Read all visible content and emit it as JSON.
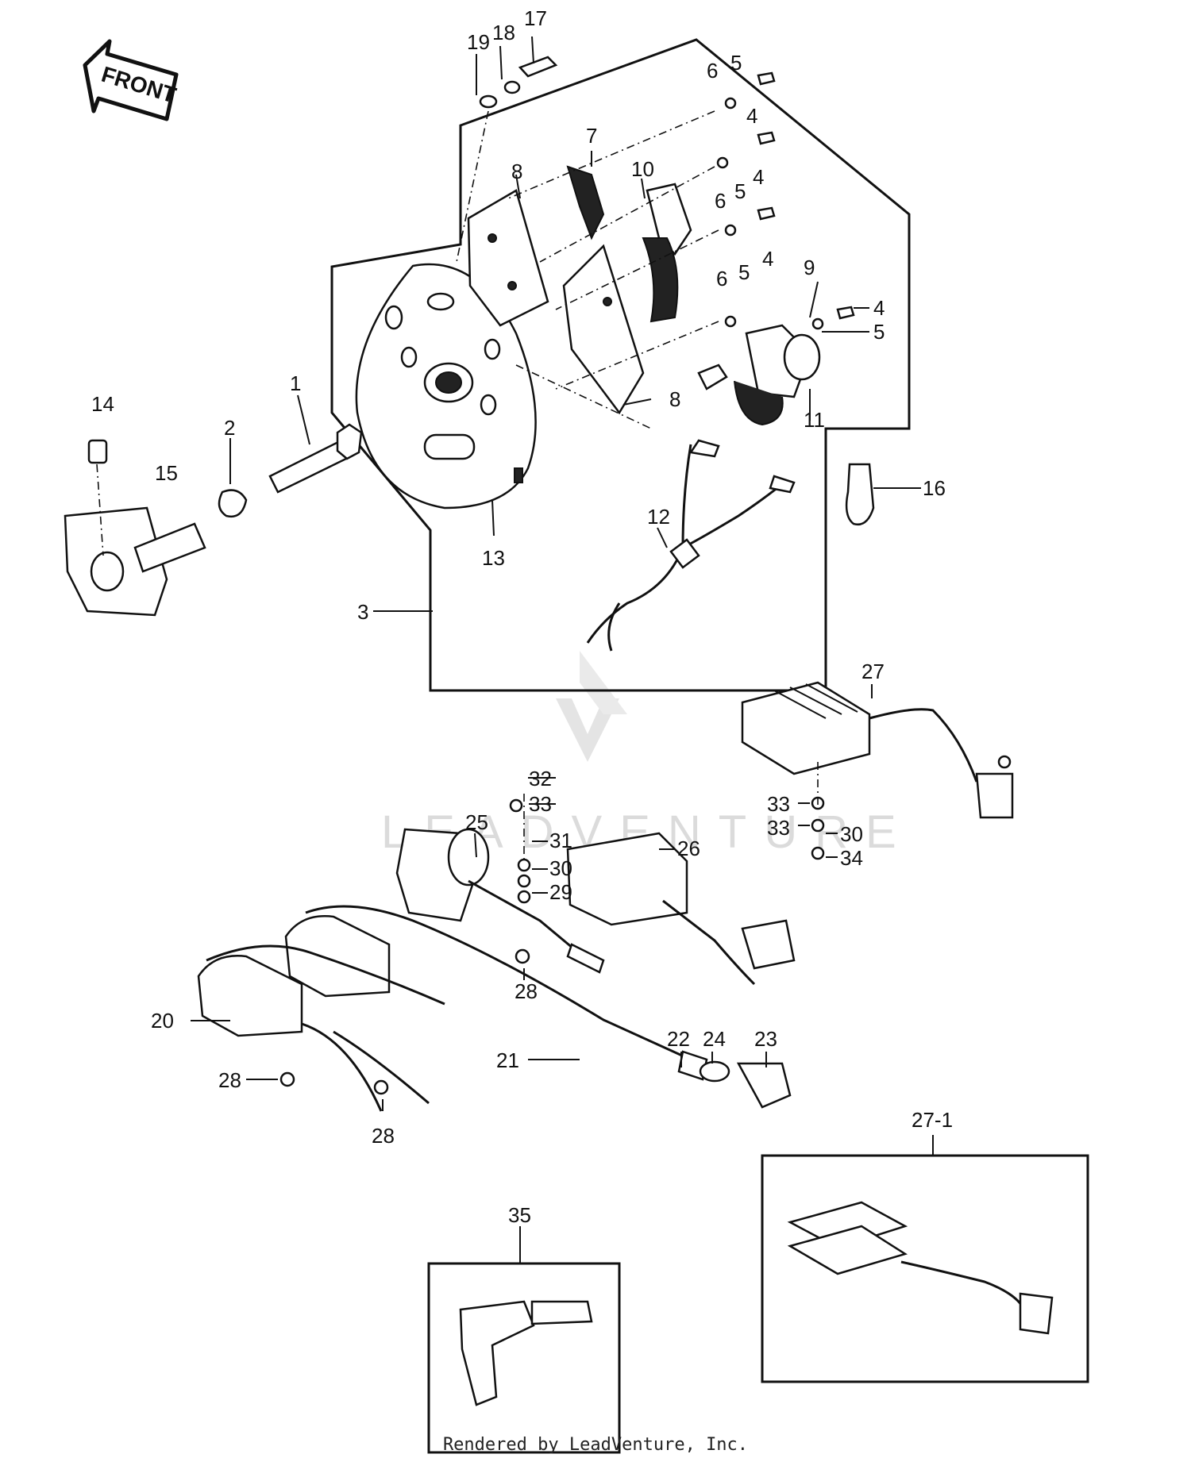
{
  "front_arrow_label": "FRONT",
  "watermark_text": "LEADVENTURE",
  "footer_text": "Rendered by LeadVenture, Inc.",
  "callouts": {
    "c1": "1",
    "c2": "2",
    "c3": "3",
    "c4a": "4",
    "c4b": "4",
    "c4c": "4",
    "c4d": "4",
    "c5a": "5",
    "c5b": "5",
    "c5c": "5",
    "c5d": "5",
    "c6a": "6",
    "c6b": "6",
    "c6c": "6",
    "c7": "7",
    "c8a": "8",
    "c8b": "8",
    "c9": "9",
    "c10": "10",
    "c11": "11",
    "c12": "12",
    "c13": "13",
    "c14": "14",
    "c15": "15",
    "c16": "16",
    "c17": "17",
    "c18": "18",
    "c19": "19",
    "c20": "20",
    "c21": "21",
    "c22": "22",
    "c23": "23",
    "c24": "24",
    "c25": "25",
    "c26": "26",
    "c27": "27",
    "c27_1": "27-1",
    "c28a": "28",
    "c28b": "28",
    "c28c": "28",
    "c29": "29",
    "c30a": "30",
    "c30b": "30",
    "c31": "31",
    "c32": "32",
    "c33a": "33",
    "c33b": "33",
    "c33c": "33",
    "c34": "34",
    "c35": "35"
  }
}
